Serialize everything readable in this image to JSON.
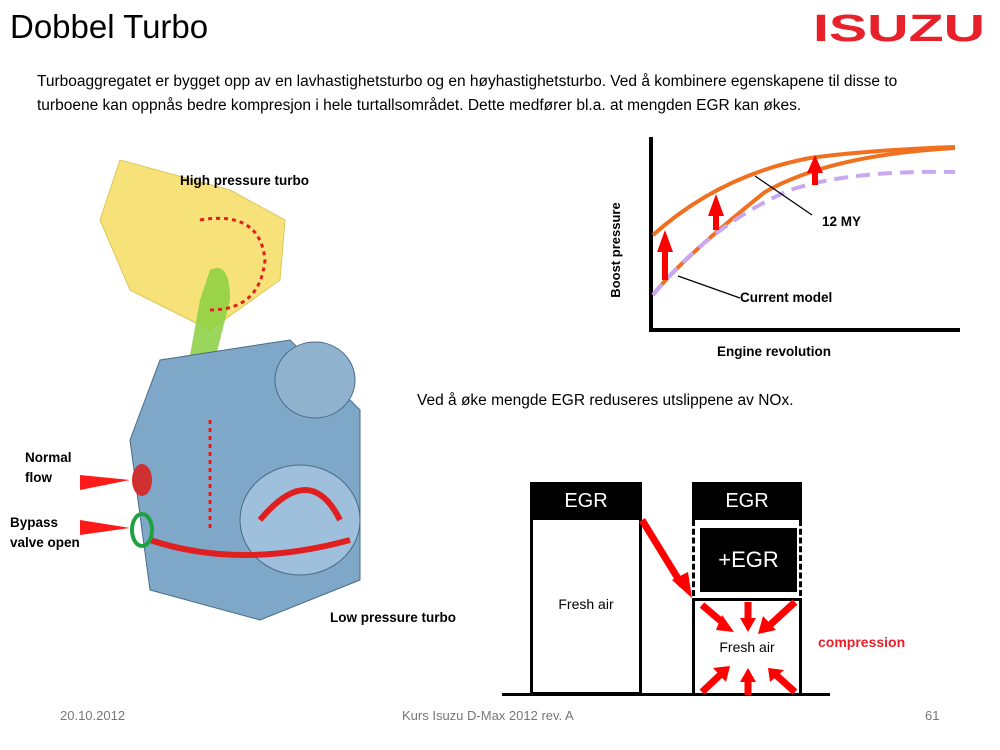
{
  "title": "Dobbel Turbo",
  "logo_text": "ISUZU",
  "intro": "Turboaggregatet er bygget opp av en lavhastighetsturbo og en høyhastighetsturbo. Ved å kombinere egenskapene til disse to turboene kan oppnås bedre kompresjon i hele turtallsområdet. Dette medfører bl.a. at mengden EGR kan økes.",
  "turbo": {
    "high": "High pressure turbo",
    "normal_flow_1": "Normal",
    "normal_flow_2": "flow",
    "bypass_1": "Bypass",
    "bypass_2": "valve open",
    "low": "Low pressure turbo"
  },
  "chart_data": {
    "type": "line",
    "ylabel": "Boost pressure",
    "xlabel": "Engine revolution",
    "series": [
      {
        "name": "12 MY",
        "color": "#f07020",
        "style": "solid"
      },
      {
        "name": "Current model",
        "color": "#c8a8f0",
        "style": "dashed"
      }
    ]
  },
  "egr_note": "Ved å øke mengde EGR reduseres utslippene av NOx.",
  "egr_diagram": {
    "egr": "EGR",
    "plus_egr": "+EGR",
    "fresh_air": "Fresh air",
    "compression": "compression"
  },
  "footer": {
    "date": "20.10.2012",
    "course": "Kurs Isuzu D-Max 2012 rev. A",
    "page": "61"
  },
  "colors": {
    "brand": "#e8202a",
    "arrow": "#ff0000"
  }
}
